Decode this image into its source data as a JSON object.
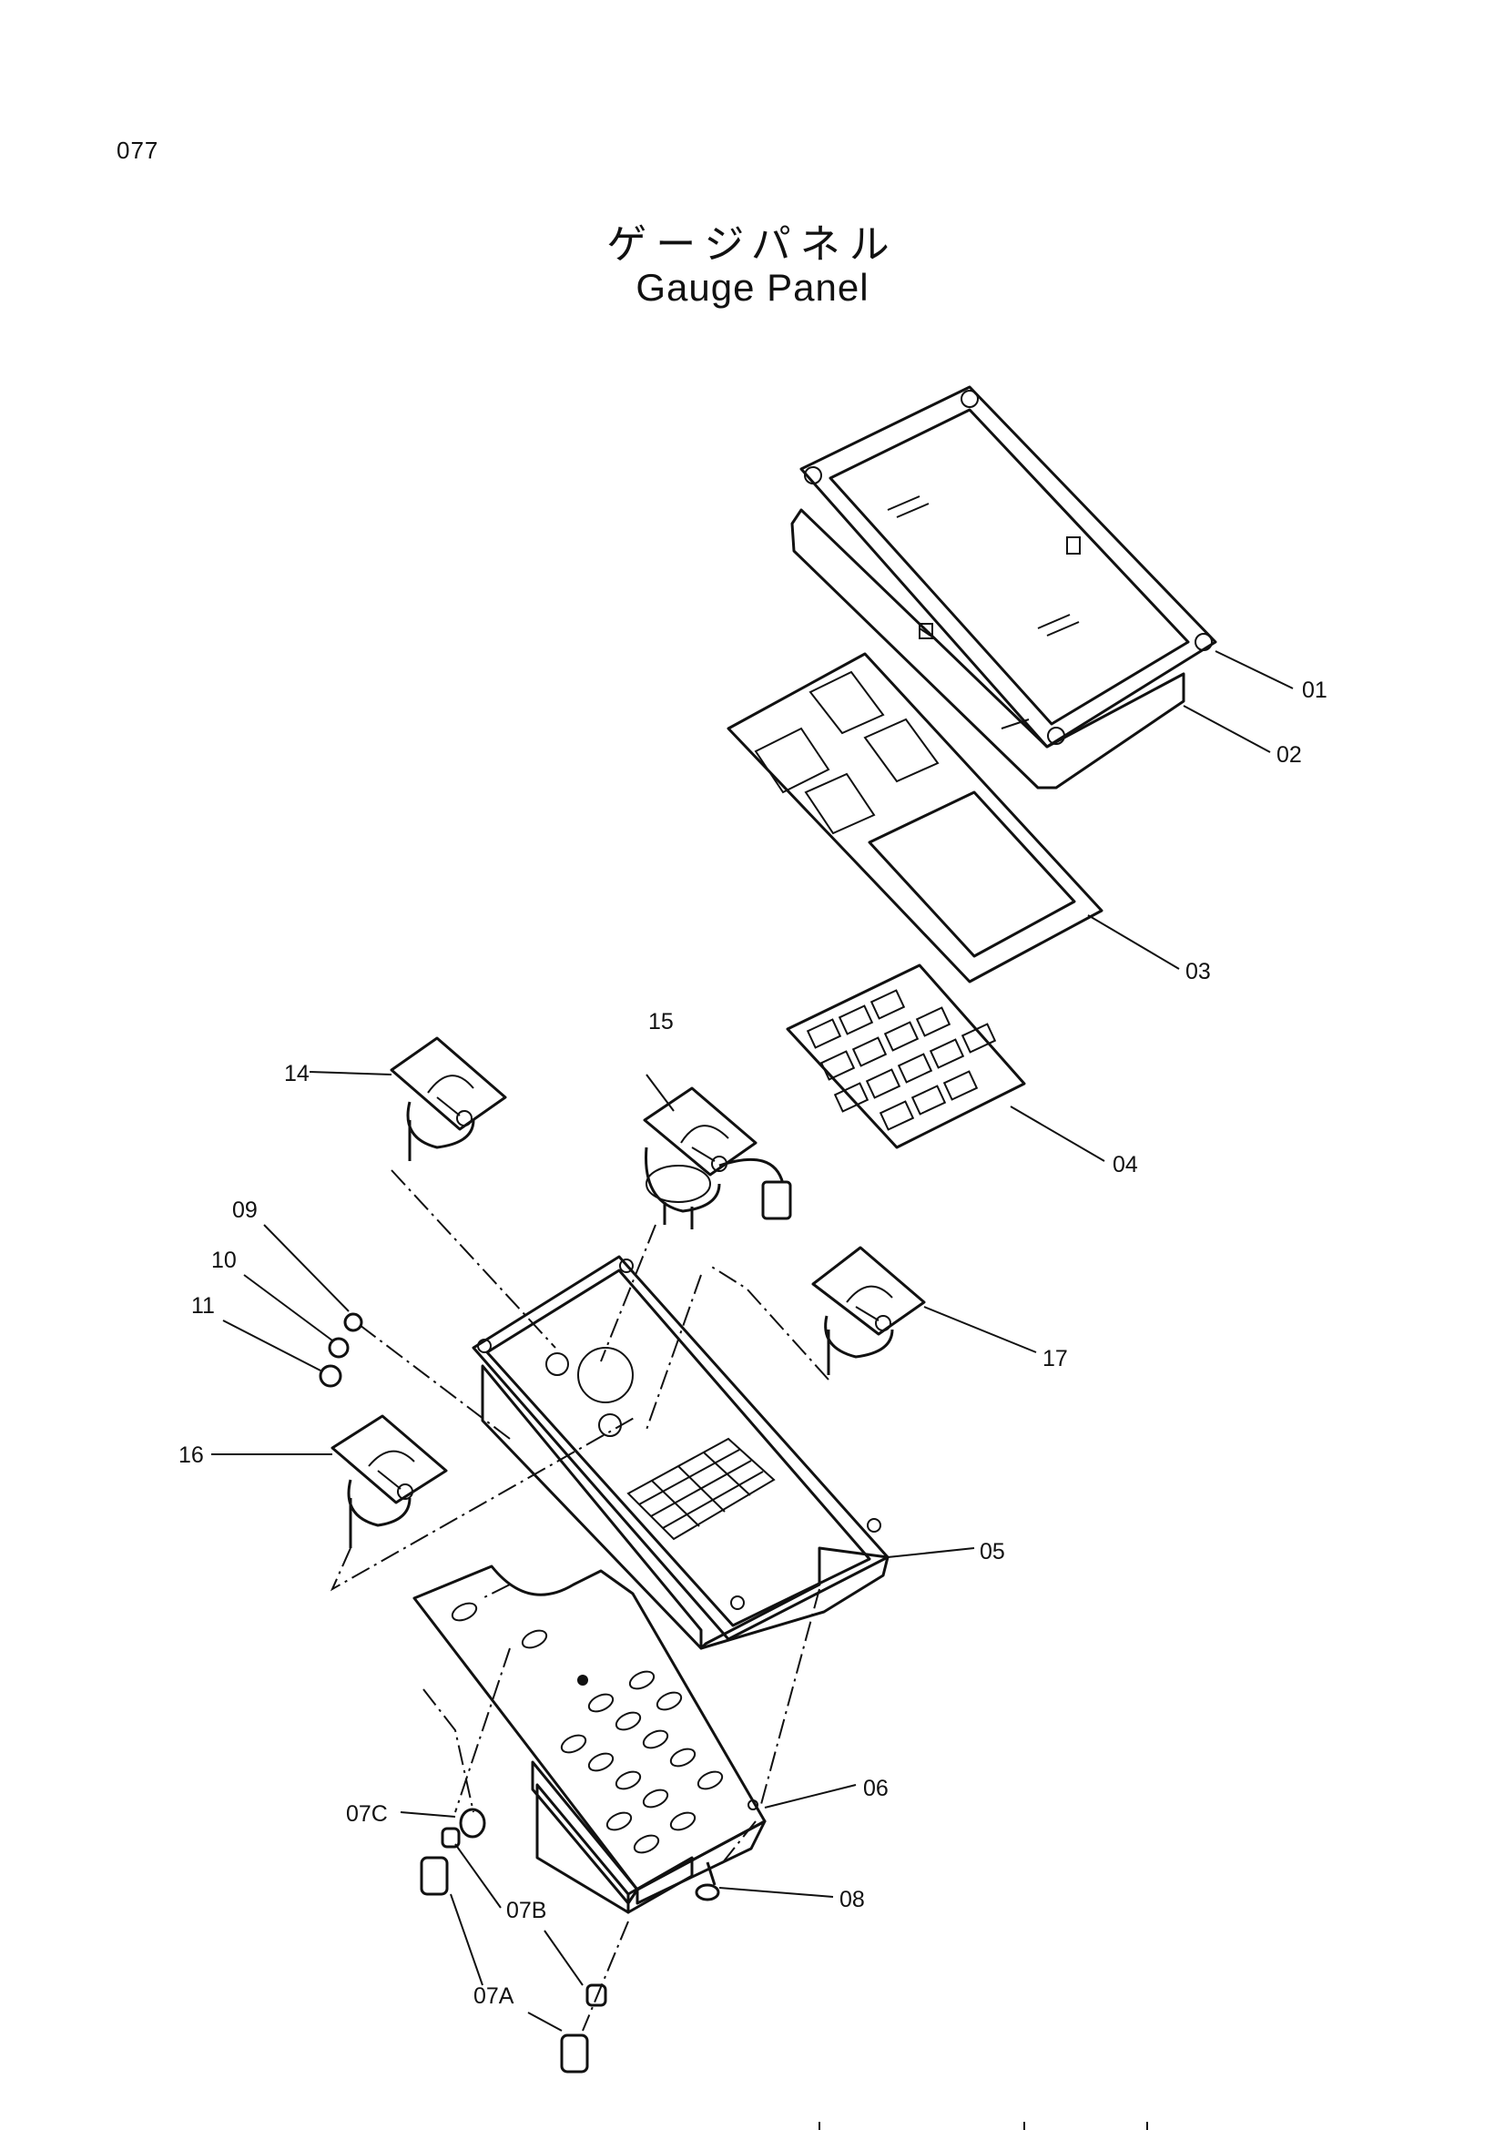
{
  "page": {
    "number": "077"
  },
  "title": {
    "japanese": "ゲージパネル",
    "english": "Gauge Panel"
  },
  "callouts": {
    "c01": "01",
    "c02": "02",
    "c03": "03",
    "c04": "04",
    "c05": "05",
    "c06": "06",
    "c07a": "07A",
    "c07b": "07B",
    "c07c": "07C",
    "c08": "08",
    "c09": "09",
    "c10": "10",
    "c11": "11",
    "c14": "14",
    "c15": "15",
    "c16": "16",
    "c17": "17"
  }
}
